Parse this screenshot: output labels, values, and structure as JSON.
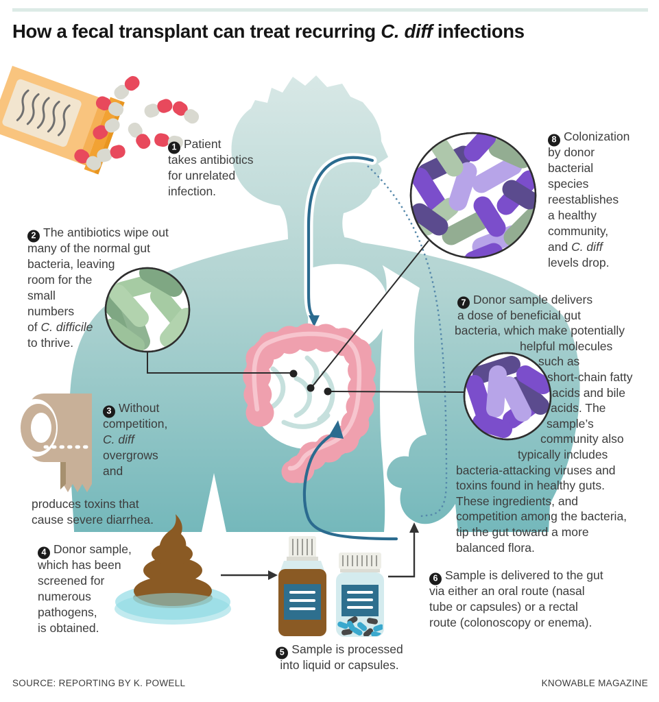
{
  "title": {
    "pre": "How a fecal transplant can treat recurring ",
    "italic": "C. diff",
    "post": " infections"
  },
  "footer": {
    "source": "SOURCE: REPORTING BY K. POWELL",
    "brand": "KNOWABLE MAGAZINE"
  },
  "colors": {
    "body_teal": "#74b9bb",
    "body_teal_light": "#d8e8e6",
    "colon_pink": "#efa0ae",
    "colon_pink_light": "#f7c7d0",
    "tube_blue": "#2b6b8f",
    "dotted_blue": "#5588aa",
    "poop_brown": "#8a5a24",
    "petri_teal": "#8ed8e2",
    "tp_tan": "#c8b098",
    "pill_bottle_orange": "#f9c47e",
    "pill_cap_orange": "#f2a233",
    "capsule_red": "#e8495c",
    "capsule_white": "#d9d9d0",
    "label_blue": "#2e6f8e",
    "jar_capsule_blue": "#3aa8cd",
    "jar_capsule_dark": "#474747",
    "bacteria_green_light": "#a6cba3",
    "bacteria_green_dark": "#7fa783",
    "bacteria_purple": "#7b4ecb",
    "bacteria_purple_dark": "#5b4b8e",
    "bacteria_lavender": "#b7a4e8"
  },
  "illustrations": [
    "antibiotics-pill-bottle",
    "patient-silhouette",
    "depleted-gut-bacteria",
    "toilet-paper-roll",
    "stool-sample",
    "sample-bottles",
    "donor-bacteria",
    "restored-microbiome"
  ],
  "steps": {
    "s1": {
      "num": "1",
      "l1": "Patient",
      "l2": "takes antibiotics",
      "l3": "for unrelated",
      "l4": "infection."
    },
    "s2": {
      "num": "2",
      "l1": "The antibiotics wipe out",
      "l2": "many of the normal gut",
      "l3": "bacteria, leaving",
      "l4": "room for the",
      "l5": "small",
      "l6": "numbers",
      "l7_pre": "of ",
      "l7_it": "C. difficile",
      "l8": "to thrive."
    },
    "s3": {
      "num": "3",
      "l1": "Without",
      "l2": "competition,",
      "l3_it": "C. diff",
      "l4": "overgrows",
      "l5": "and",
      "l6": "produces toxins that",
      "l7": "cause severe diarrhea."
    },
    "s4": {
      "num": "4",
      "l1": "Donor sample,",
      "l2": "which has been",
      "l3": "screened for",
      "l4": "numerous",
      "l5": "pathogens,",
      "l6": "is obtained."
    },
    "s5": {
      "num": "5",
      "l1": "Sample is processed",
      "l2": "into liquid or capsules."
    },
    "s6": {
      "num": "6",
      "l1": "Sample is delivered to the gut",
      "l2": "via either an oral route (nasal",
      "l3": "tube or capsules) or a rectal",
      "l4": "route (colonoscopy or enema)."
    },
    "s7": {
      "num": "7",
      "l1": "Donor sample delivers",
      "l2": "a dose of beneficial gut",
      "l3": "bacteria, which make potentially",
      "l4": "helpful molecules",
      "l5": "such as",
      "l6": "short-chain fatty",
      "l7": "acids and bile",
      "l8": "acids. The",
      "l9": "sample’s",
      "l10": "community also",
      "l11": "typically includes",
      "l12": "bacteria-attacking viruses and",
      "l13": "toxins found in healthy guts.",
      "l14": "These ingredients, and",
      "l15": "competition among the bacteria,",
      "l16": "tip the gut toward a more",
      "l17": "balanced flora."
    },
    "s8": {
      "num": "8",
      "l1": "Colonization",
      "l2": "by donor",
      "l3": "bacterial",
      "l4": "species",
      "l5": "reestablishes",
      "l6": "a healthy",
      "l7": "community,",
      "l8_pre": "and ",
      "l8_it": "C. diff",
      "l9": "levels drop."
    }
  }
}
